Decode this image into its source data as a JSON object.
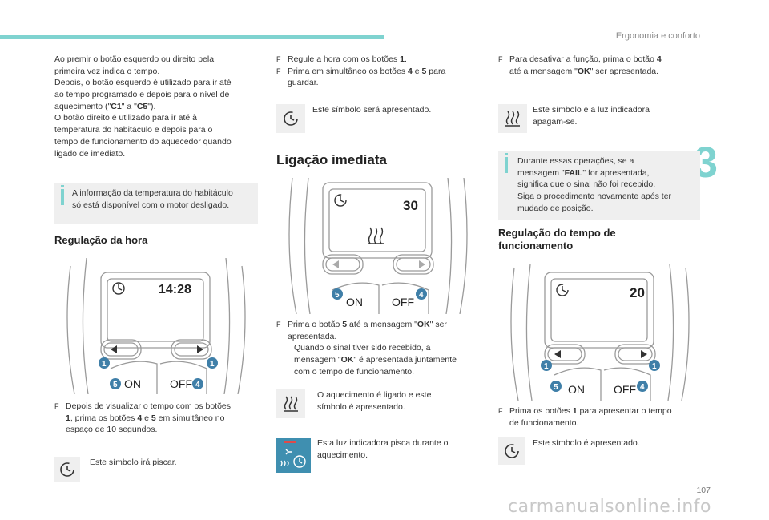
{
  "header": {
    "section": "Ergonomia e conforto",
    "chapter": "3",
    "page": "107",
    "watermark": "carmanualsonline.info"
  },
  "col1": {
    "intro1": "Ao premir o botão esquerdo ou direito pela",
    "intro2": "primeira vez indica o tempo.",
    "intro3": "Depois, o botão esquerdo é utilizado para ir até",
    "intro4": "ao tempo programado e depois para o nível de",
    "intro5a": "aquecimento (\"",
    "c1": "C1",
    "intro5b": "\" a \"",
    "c5": "C5",
    "intro5c": "\").",
    "intro6": "O botão direito é utilizado para ir até à",
    "intro7": "temperatura do habitáculo e depois para o",
    "intro8": "tempo de funcionamento do aquecedor quando",
    "intro9": "ligado de imediato.",
    "info1": "A informação da temperatura do habitáculo",
    "info2": "só está disponível com o motor desligado.",
    "heading": "Regulação da hora",
    "display_time": "14:28",
    "step1a": "Depois de visualizar o tempo com os botões",
    "step1_b1": "1",
    "step1b": ", prima os botões ",
    "step1_b4": "4",
    "step1c": " e ",
    "step1_b5": "5",
    "step1d": " em simultâneo no",
    "step1e": "espaço de 10 segundos.",
    "blink": "Este símbolo irá piscar."
  },
  "col2": {
    "step1a": "Regule a hora com os botões ",
    "step1b": "1",
    "step1c": ".",
    "step2a": "Prima em simultâneo os botões ",
    "step2b4": "4",
    "step2c": " e ",
    "step2b5": "5",
    "step2d": " para",
    "step2e": "guardar.",
    "shown": "Este símbolo será apresentado.",
    "heading": "Ligação imediata",
    "display_value": "30",
    "step3a": "Prima o botão ",
    "step3b": "5",
    "step3c": " até a mensagem \"",
    "ok1": "OK",
    "step3d": "\" ser",
    "step3e": "apresentada.",
    "step3f": "Quando o sinal tiver sido recebido, a",
    "step3g": "mensagem \"",
    "ok2": "OK",
    "step3h": "\" é apresentada juntamente",
    "step3i": "com o tempo de funcionamento.",
    "heating1": "O aquecimento é ligado e este",
    "heating2": "símbolo é apresentado.",
    "light1": "Esta luz indicadora pisca durante o",
    "light2": "aquecimento."
  },
  "col3": {
    "step1a": "Para desativar a função, prima o botão ",
    "step1b": "4",
    "step1c": "até a mensagem \"",
    "ok": "OK",
    "step1d": "\" ser apresentada.",
    "off1": "Este símbolo e a luz indicadora",
    "off2": "apagam-se.",
    "info1": "Durante essas operações, se a",
    "info2a": "mensagem \"",
    "fail": "FAIL",
    "info2b": "\" for apresentada,",
    "info3": "significa que o sinal não foi recebido.",
    "info4": "Siga o procedimento novamente após ter",
    "info5": "mudado de posição.",
    "heading1": "Regulação do tempo de",
    "heading2": "funcionamento",
    "display_value": "20",
    "step2a": "Prima os botões ",
    "step2b": "1",
    "step2c": " para apresentar o tempo",
    "step2d": "de funcionamento.",
    "shown": "Este símbolo é apresentado."
  },
  "remote": {
    "on_label": "ON",
    "off_label": "OFF",
    "badge_1": "1",
    "badge_4": "4",
    "badge_5": "5"
  },
  "colors": {
    "accent": "#7fd3d0",
    "badge": "#3f7fa8",
    "grey_box": "#efefef",
    "indicator": "#3f8fb0",
    "indicator_red": "#e04a4a"
  },
  "icons": [
    "timer-icon",
    "heating-waves-icon",
    "fan-timer-indicator-icon",
    "info-icon"
  ]
}
